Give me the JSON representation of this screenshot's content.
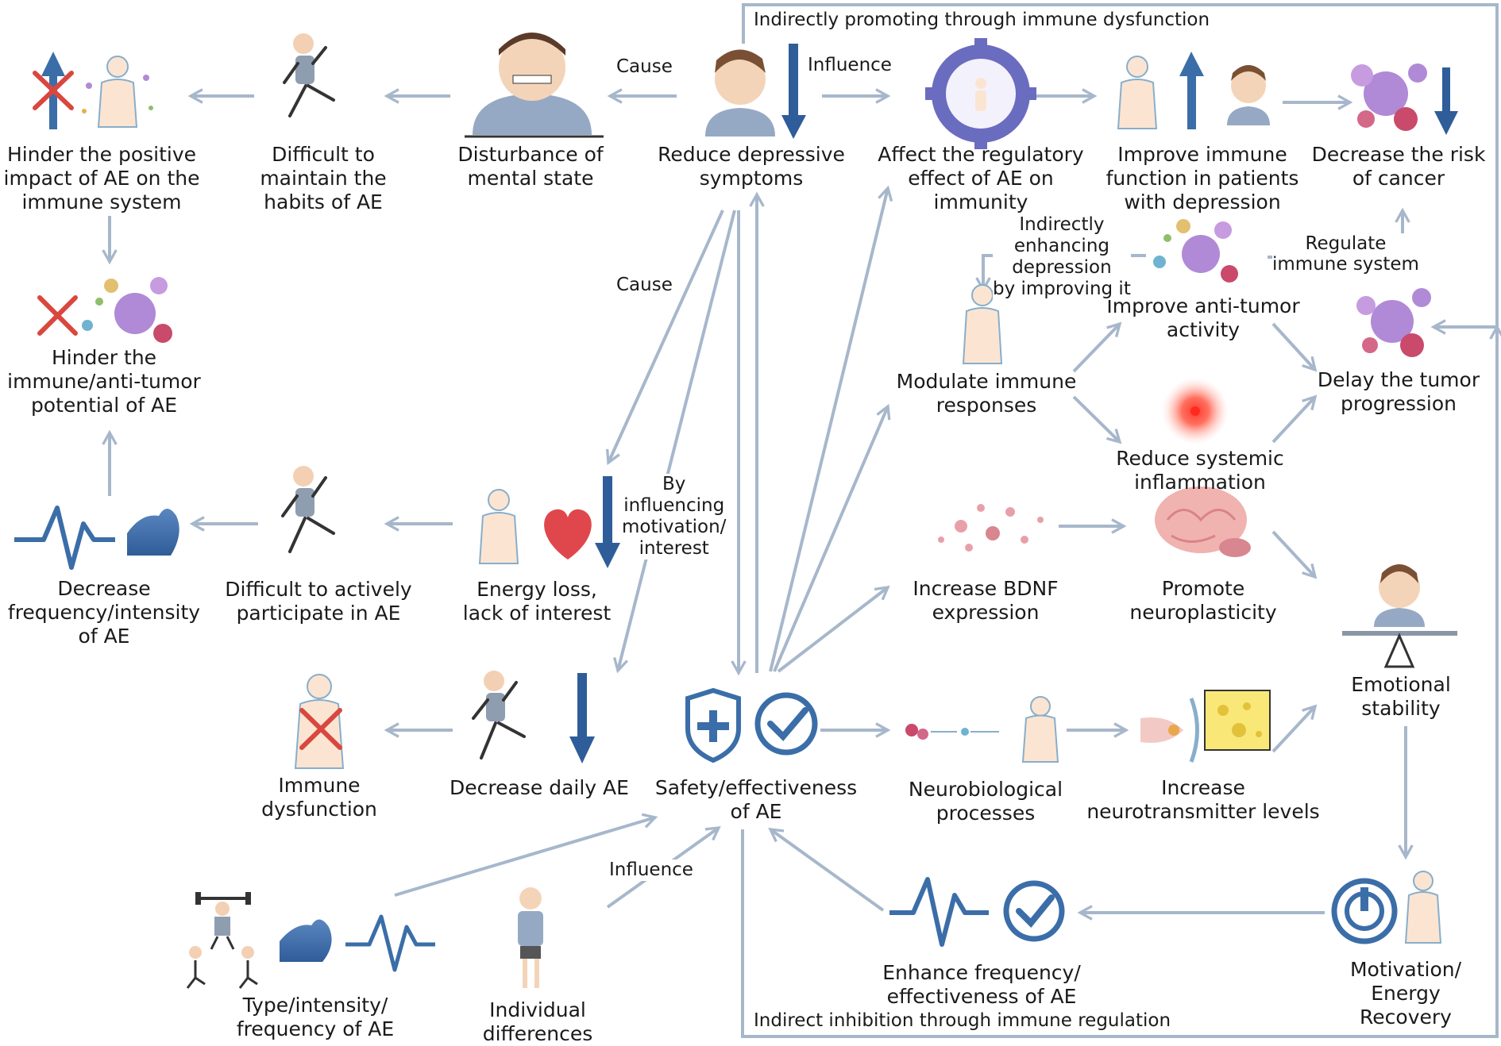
{
  "colors": {
    "arrow": "#a7b7cb",
    "accent": "#3b6ea8",
    "red": "#d9473f",
    "heart": "#e0474c",
    "purple": "#9a78c7"
  },
  "nodes": {
    "hinder_positive": "Hinder the positive\nimpact of AE on the\nimmune system",
    "difficult_maintain": "Difficult to\nmaintain the\nhabits of AE",
    "disturbance": "Disturbance of\nmental state",
    "reduce_depressive": "Reduce depressive\nsymptoms",
    "affect_regulatory": "Affect the regulatory\neffect of AE on\nimmunity",
    "improve_immune_function": "Improve immune\nfunction in patients\nwith depression",
    "decrease_cancer_risk": "Decrease the risk\nof cancer",
    "hinder_antitumor": "Hinder the\nimmune/anti-tumor\npotential of AE",
    "improve_antitumor": "Improve anti-tumor\nactivity",
    "modulate_immune": "Modulate immune\nresponses",
    "delay_tumor": "Delay the tumor\nprogression",
    "reduce_inflammation": "Reduce systemic\ninflammation",
    "decrease_freq": "Decrease\nfrequency/intensity\nof AE",
    "difficult_participate": "Difficult to actively\nparticipate in AE",
    "energy_loss": "Energy loss,\nlack of interest",
    "increase_bdnf": "Increase BDNF\nexpression",
    "promote_neuroplasticity": "Promote\nneuroplasticity",
    "emotional_stability": "Emotional\nstability",
    "immune_dysfunction": "Immune\ndysfunction",
    "decrease_daily": "Decrease daily AE",
    "safety_effectiveness": "Safety/effectiveness\nof AE",
    "neurobiological": "Neurobiological\nprocesses",
    "increase_neurotransmitter": "Increase\nneurotransmitter levels",
    "type_intensity": "Type/intensity/\nfrequency of AE",
    "individual_differences": "Individual\ndifferences",
    "enhance_frequency": "Enhance frequency/\neffectiveness of AE",
    "motivation_recovery": "Motivation/\nEnergy\nRecovery"
  },
  "edge_labels": {
    "indirectly_promoting": "Indirectly promoting through immune dysfunction",
    "cause_top": "Cause",
    "influence_top": "Influence",
    "cause_mid": "Cause",
    "indirectly_enhancing": "Indirectly\nenhancing\ndepression\nby improving it",
    "regulate_immune": "Regulate\nimmune system",
    "by_influencing": "By\ninfluencing\nmotivation/\ninterest",
    "influence_bottom": "Influence",
    "indirect_inhibition": "Indirect inhibition through immune regulation"
  },
  "icons": [
    "up-arrow-icon",
    "cross-icon",
    "body-icon",
    "runner-icon",
    "stressed-person-icon",
    "sad-person-icon",
    "down-arrow-icon",
    "gear-icon",
    "cancer-cells-icon",
    "immune-cells-icon",
    "inflammation-icon",
    "bdnf-particles-icon",
    "brain-icon",
    "heartbeat-icon",
    "muscle-icon",
    "heart-icon",
    "shield-plus-icon",
    "check-circle-icon",
    "neuro-process-icon",
    "synapse-icon",
    "balance-person-icon",
    "power-icon",
    "weightlifter-icon",
    "standing-person-icon"
  ]
}
